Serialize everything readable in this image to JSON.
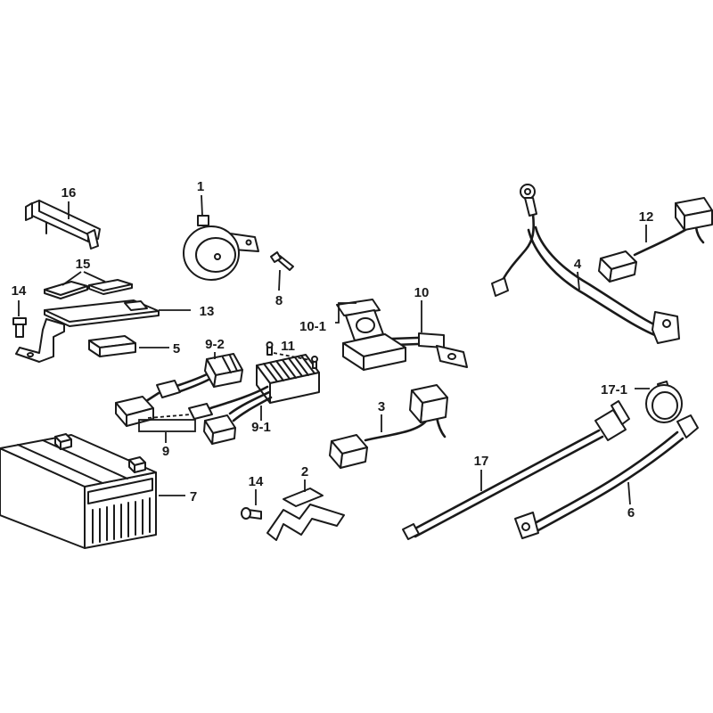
{
  "diagram": {
    "callouts": [
      "16",
      "1",
      "12",
      "15",
      "14",
      "8",
      "4",
      "13",
      "10",
      "10-1",
      "9-2",
      "11",
      "5",
      "17-1",
      "3",
      "9",
      "9-1",
      "7",
      "17",
      "2",
      "14",
      "6"
    ]
  },
  "colors": {
    "line": "#1a1a1a",
    "background": "#ffffff"
  }
}
